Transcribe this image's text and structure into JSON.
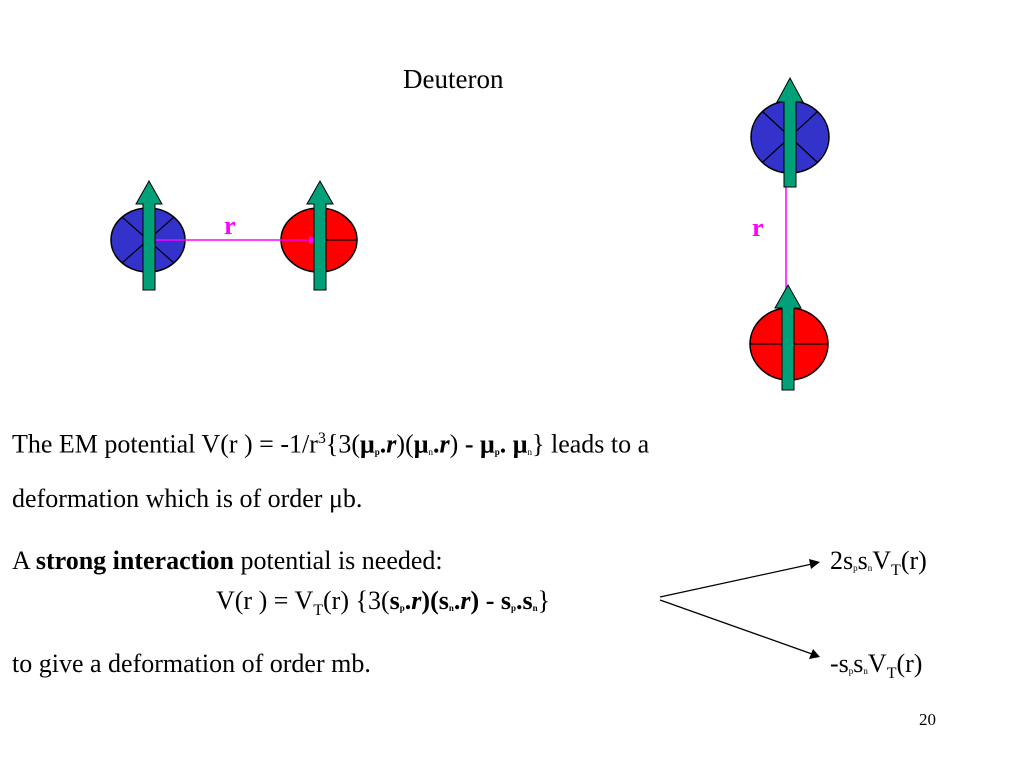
{
  "slide": {
    "title": "Deuteron",
    "page_number": "20"
  },
  "diagram": {
    "r_label_left": "r",
    "r_label_right": "r",
    "colors": {
      "neutron": "#3333cc",
      "proton": "#ff0000",
      "spin_arrow": "#00a078",
      "r_vector": "#ff00ff"
    }
  },
  "text": {
    "line1_prefix": "The EM potential V(r ) = -1/r",
    "line1_exp": "3",
    "line1_brace_open": "{3(",
    "mu": "μ",
    "sub_p": "p",
    "sub_n": "n",
    "dot": ".",
    "r": "r",
    "close_paren": ")",
    "open_paren": "(",
    "minus": " - ",
    "dot_space": ". ",
    "line1_suffix": "} leads to a",
    "line2": "deformation which is of order μb.",
    "line3_a": "A ",
    "line3_bold": "strong interaction",
    "line3_rest": " potential is needed:",
    "result1_prefix": "2s",
    "result_s": "s",
    "result_V": "V",
    "result_T": "T",
    "result_r": "(r)",
    "result2_prefix": "-s",
    "formula_prefix": "V(r ) = V",
    "formula_T": "T",
    "formula_mid": "(r) {3(",
    "s": "s",
    "formula_end": "}",
    "line5": "to give a deformation of order mb."
  }
}
